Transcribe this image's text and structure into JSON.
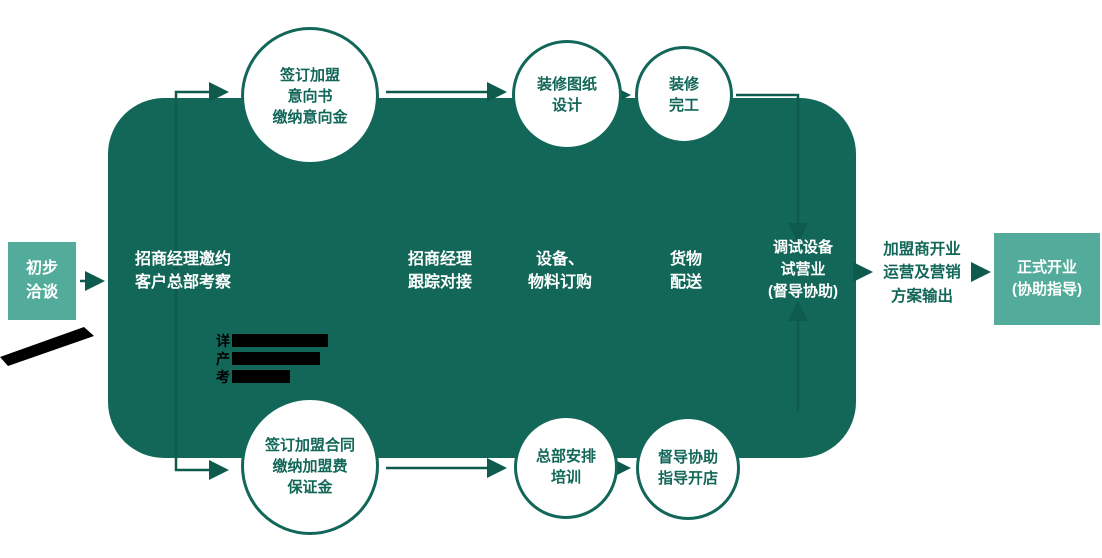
{
  "colors": {
    "dark": "#126758",
    "teal": "#53AC9B",
    "arrow": "#0E5B4E"
  },
  "nodes": {
    "start": {
      "label": "初步\n洽谈"
    },
    "phase1": {
      "label": "招商经理邀约\n客户总部考察"
    },
    "phase2": {
      "label": "招商经理\n跟踪对接"
    },
    "phase3": {
      "label": "设备、\n物料订购"
    },
    "phase4": {
      "label": "货物\n配送"
    },
    "phase5": {
      "label": "调试设备\n试营业\n(督导协助)"
    },
    "output": {
      "label": "加盟商开业\n运营及营销\n方案输出"
    },
    "end": {
      "label": "正式开业\n(协助指导)"
    }
  },
  "circles": {
    "top": [
      {
        "id": "sign-intent",
        "label": "签订加盟\n意向书\n缴纳意向金"
      },
      {
        "id": "design-drawings",
        "label": "装修图纸\n设计"
      },
      {
        "id": "decor-done",
        "label": "装修\n完工"
      }
    ],
    "bottom": [
      {
        "id": "sign-contract",
        "label": "签订加盟合同\n缴纳加盟费\n保证金"
      },
      {
        "id": "hq-training",
        "label": "总部安排\n培训"
      },
      {
        "id": "open-guidance",
        "label": "督导协助\n指导开店"
      }
    ]
  },
  "artifacts": {
    "annotation_lines": [
      "详",
      "产",
      "考"
    ]
  }
}
